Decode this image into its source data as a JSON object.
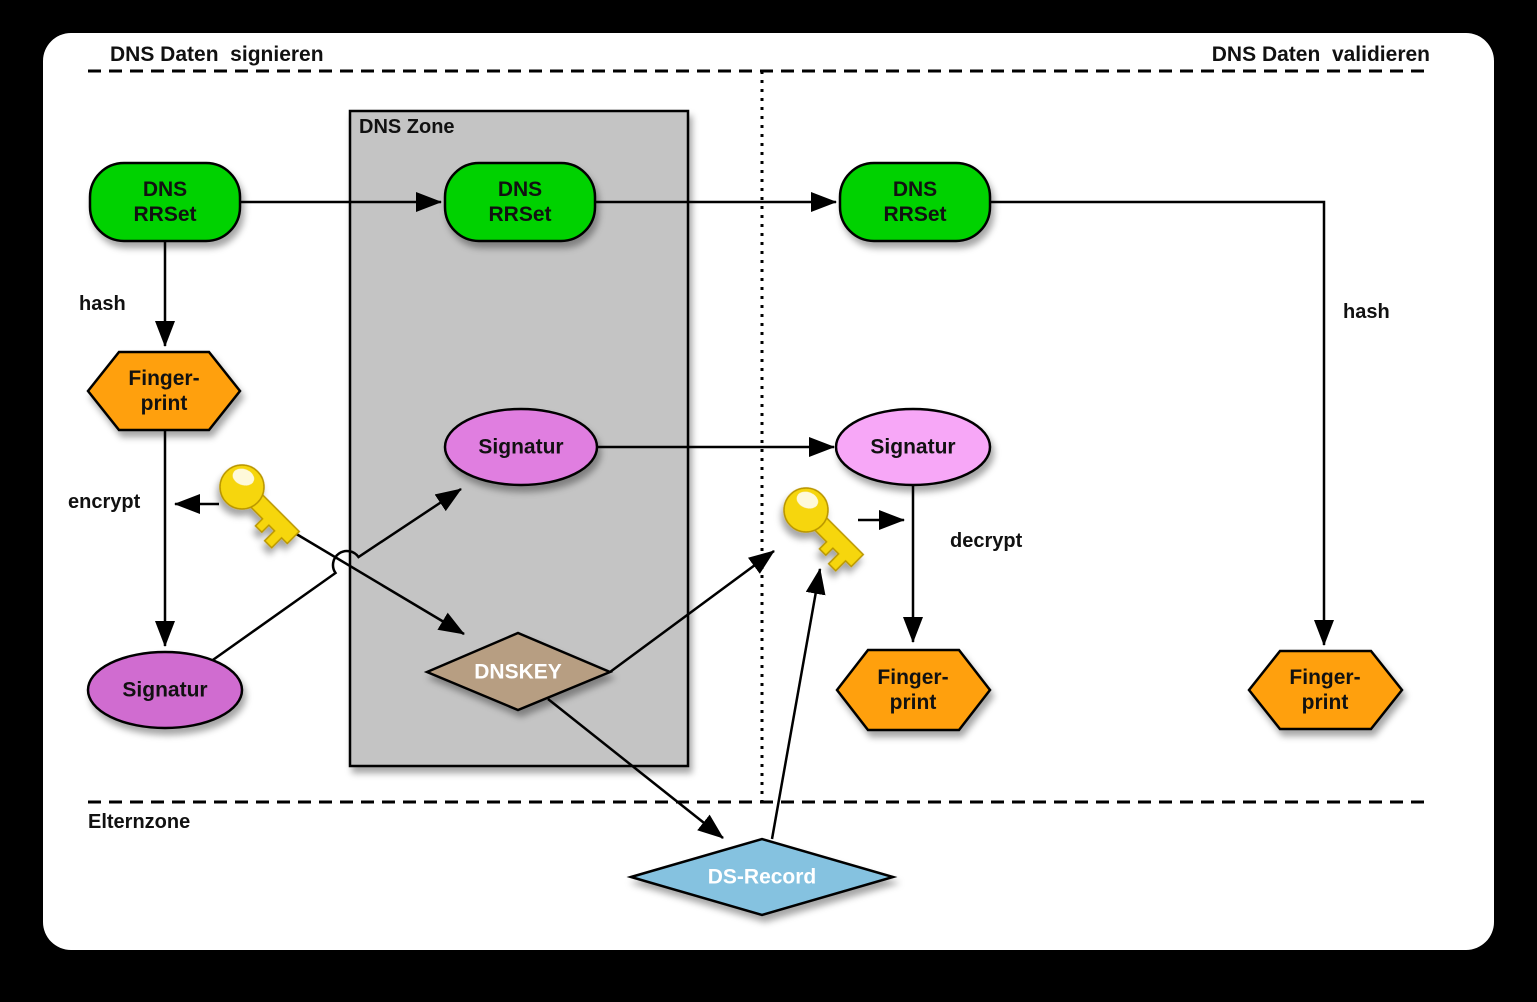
{
  "diagram": {
    "header_left": "DNS Daten  signieren",
    "header_right": "DNS Daten  validieren",
    "zone_label": "DNS Zone",
    "parent_zone_label": "Elternzone",
    "labels": {
      "hash_left": "hash",
      "hash_right": "hash",
      "encrypt": "encrypt",
      "decrypt": "decrypt"
    },
    "nodes": {
      "rrset_signing": "DNS\nRRSet",
      "rrset_zone": "DNS\nRRSet",
      "rrset_validation": "DNS\nRRSet",
      "fingerprint_signing": "Finger-\nprint",
      "fingerprint_validation": "Finger-\nprint",
      "fingerprint_hash": "Finger-\nprint",
      "signatur_signing": "Signatur",
      "signatur_zone": "Signatur",
      "signatur_validation": "Signatur",
      "dnskey": "DNSKEY",
      "ds_record": "DS-Record"
    },
    "icons": {
      "key_private": "key-icon",
      "key_public": "key-icon"
    }
  },
  "colors": {
    "background": "#000000",
    "panel": "#ffffff",
    "green": "#04d204",
    "orange": "#ffa008",
    "violet_signing": "#d06cd0",
    "violet_zone": "#e07ee0",
    "violet_validation": "#f7a7f7",
    "tan": "#b79e82",
    "blue": "#85c2e0",
    "zone_gray": "#c4c4c4",
    "key_gold": "#f6d60a"
  }
}
